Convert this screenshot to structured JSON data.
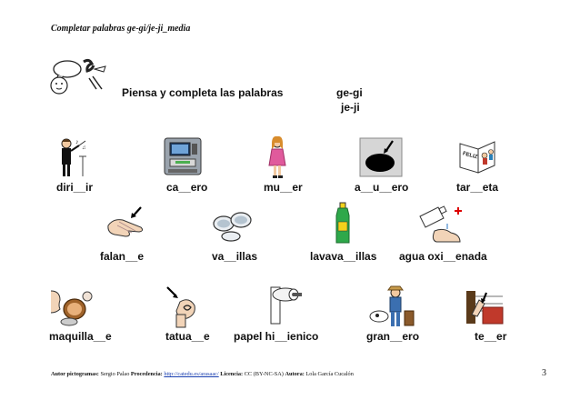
{
  "header": {
    "doc_title": "Completar palabras ge-gi/je-ji_media"
  },
  "instruction": "Piensa y completa las palabras",
  "syllables": {
    "line1": "ge-gi",
    "line2": "je-ji"
  },
  "rows": [
    [
      "diri__ir",
      "ca__ero",
      "mu__er",
      "a__u__ero",
      "tar__eta"
    ],
    [
      "falan__e",
      "va__illas",
      "lavava__illas",
      "agua  oxi__enada"
    ],
    [
      "maquilla__e",
      "tatua__e",
      "papel  hi__ienico",
      "gran__ero",
      "te__er"
    ]
  ],
  "pictograms": {
    "header": "think-speak-icon",
    "row1": [
      "conductor-icon",
      "atm-icon",
      "woman-icon",
      "hole-icon",
      "greeting-card-icon"
    ],
    "row2": [
      "pointing-hand-icon",
      "glasses-icon",
      "dish-soap-icon",
      "hydrogen-peroxide-icon"
    ],
    "row3": [
      "makeup-mirror-icon",
      "tattoo-icon",
      "toilet-paper-icon",
      "farmer-icon",
      "weaving-icon"
    ]
  },
  "footer": {
    "pictos_label": "Autor pictogramas:",
    "pictos_value": "Sergio Palao",
    "source_label": "Procedencia:",
    "source_link": "http://catedu.es/arasaac/",
    "license_label": "Licencia:",
    "license_value": "CC (BY-NC-SA)",
    "author_label": "Autora:",
    "author_value": "Lola García Cucalón"
  },
  "page_number": "3"
}
